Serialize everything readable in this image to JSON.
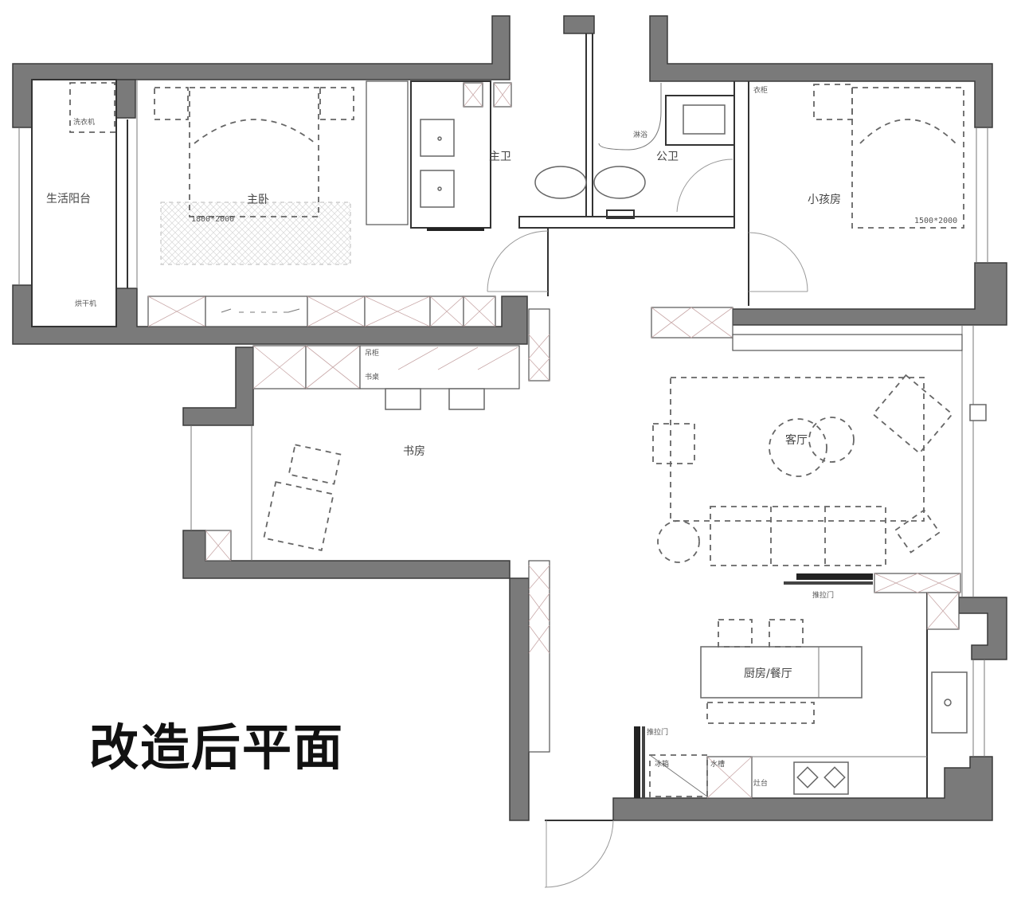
{
  "title": "改造后平面",
  "rooms": {
    "balcony": "生活阳台",
    "master_bedroom": "主卧",
    "master_bath": "主卫",
    "public_bath": "公卫",
    "small_bedroom": "小孩房",
    "study": "书房",
    "living_room": "客厅",
    "kitchen_dining": "厨房/餐厅"
  },
  "dimensions": {
    "master_bed": "1800*2000",
    "small_bed": "1500*2000"
  },
  "annotations": {
    "shower": "淋浴",
    "sliding_door_living": "推拉门",
    "sliding_door_kitchen": "推拉门",
    "cabinet_upper": "吊柜",
    "desk": "书桌",
    "fridge": "冰箱",
    "sink_cabinet": "水槽",
    "stove": "灶台",
    "wardrobe": "衣柜",
    "washer": "洗衣机",
    "dryer": "烘干机"
  },
  "colors": {
    "wall": "#7a7a7a",
    "outline": "#333333",
    "background": "#ffffff"
  }
}
